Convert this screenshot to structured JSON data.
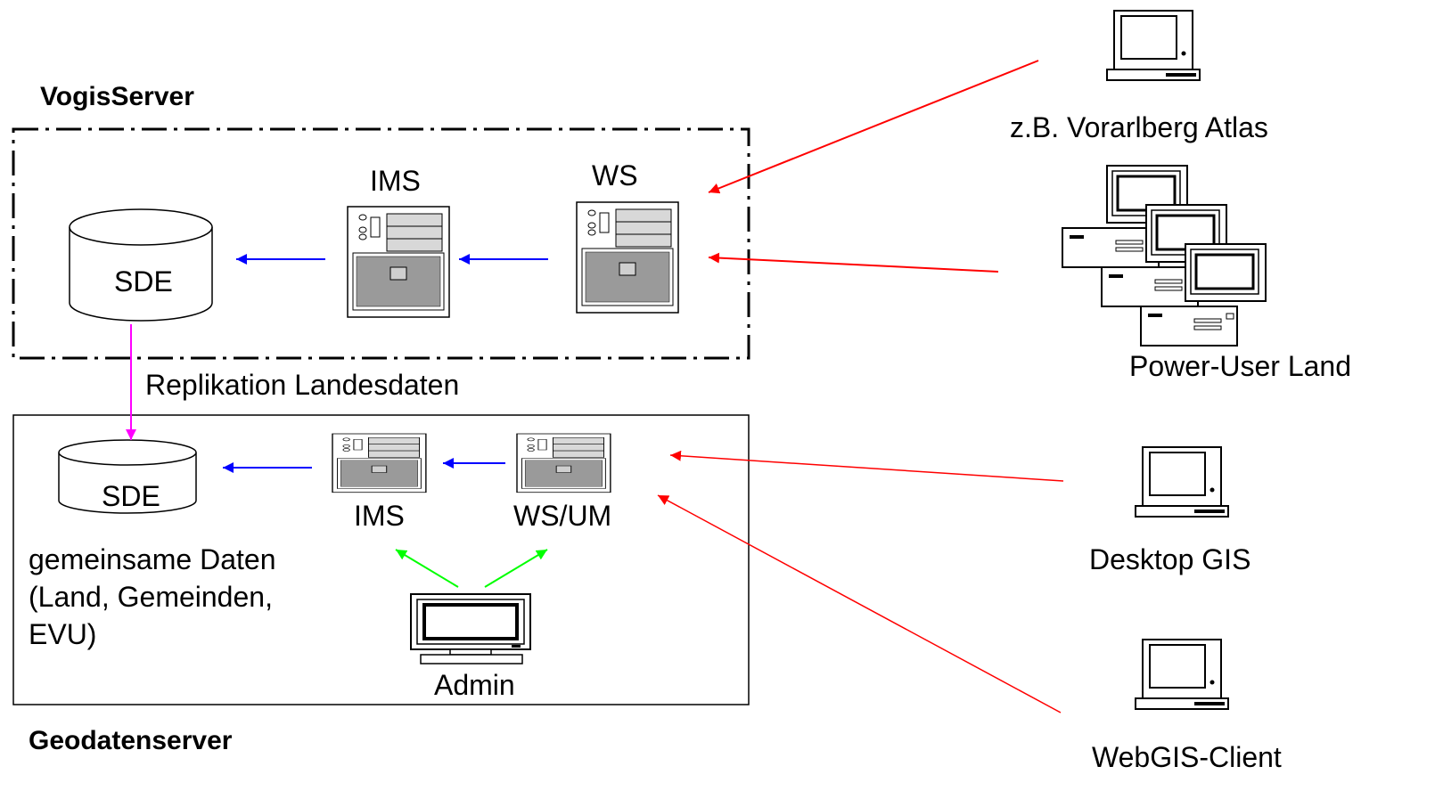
{
  "vogis": {
    "title": "VogisServer",
    "db_label": "SDE",
    "ims_label": "IMS",
    "ws_label": "WS"
  },
  "replication": {
    "label": "Replikation Landesdaten"
  },
  "geodaten": {
    "title": "Geodatenserver",
    "db_label": "SDE",
    "db_description": "gemeinsame Daten (Land, Gemeinden, EVU)",
    "ims_label": "IMS",
    "ws_label": "WS/UM",
    "admin_label": "Admin"
  },
  "clients": {
    "atlas_label": "z.B. Vorarlberg Atlas",
    "power_user_label": "Power-User Land",
    "desktop_label": "Desktop GIS",
    "webgis_label": "WebGIS-Client"
  },
  "colors": {
    "request_arrow": "#ff0000",
    "internal_arrow": "#0000ff",
    "replication_arrow": "#ff00ff",
    "admin_arrow": "#00ff00",
    "outline": "#000000"
  }
}
